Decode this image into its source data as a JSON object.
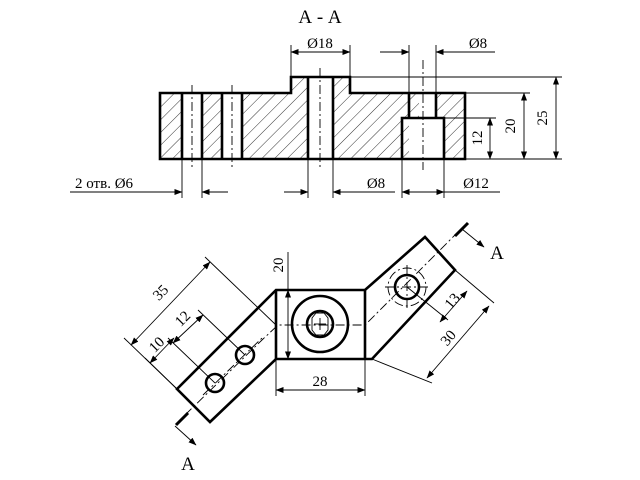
{
  "section": {
    "title": "А - А",
    "dims": {
      "d18": "Ø18",
      "d8_top": "Ø8",
      "h25": "25",
      "h20": "20",
      "h12": "12",
      "holes_note": "2 отв. Ø6",
      "d8_bottom": "Ø8",
      "d12": "Ø12"
    }
  },
  "plan": {
    "dims": {
      "d35": "35",
      "d12": "12",
      "d10": "10",
      "d20": "20",
      "d28": "28",
      "d13": "13",
      "d30": "30"
    },
    "cut_label_top": "А",
    "cut_label_bottom": "А"
  }
}
